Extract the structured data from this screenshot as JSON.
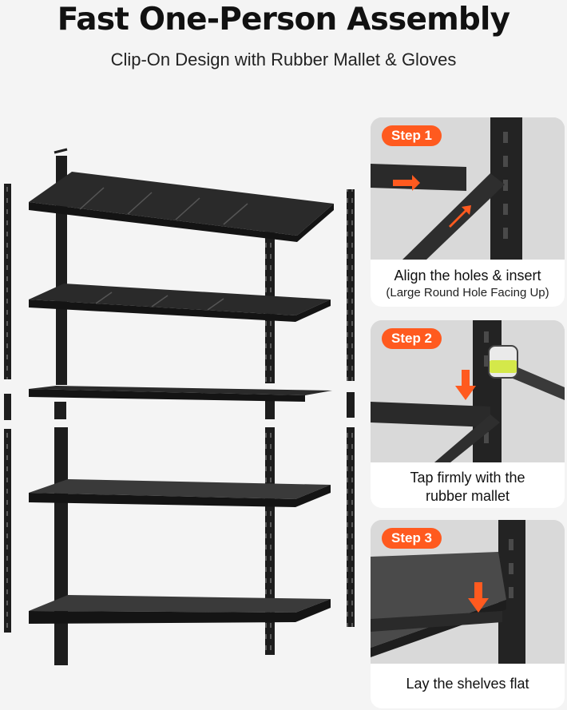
{
  "header": {
    "title": "Fast One-Person Assembly",
    "subtitle": "Clip-On Design with Rubber Mallet & Gloves"
  },
  "steps": [
    {
      "badge": "Step 1",
      "caption": "Align the holes & insert",
      "note": "(Large Round Hole Facing Up)"
    },
    {
      "badge": "Step 2",
      "caption_line1": "Tap firmly with the",
      "caption_line2": "rubber mallet"
    },
    {
      "badge": "Step 3",
      "caption": "Lay the shelves flat"
    }
  ],
  "colors": {
    "accent": "#ff5a1f",
    "frame": "#1d1d1d",
    "card_photo_bg": "#d9d9d9",
    "page_bg": "#f4f4f4"
  }
}
